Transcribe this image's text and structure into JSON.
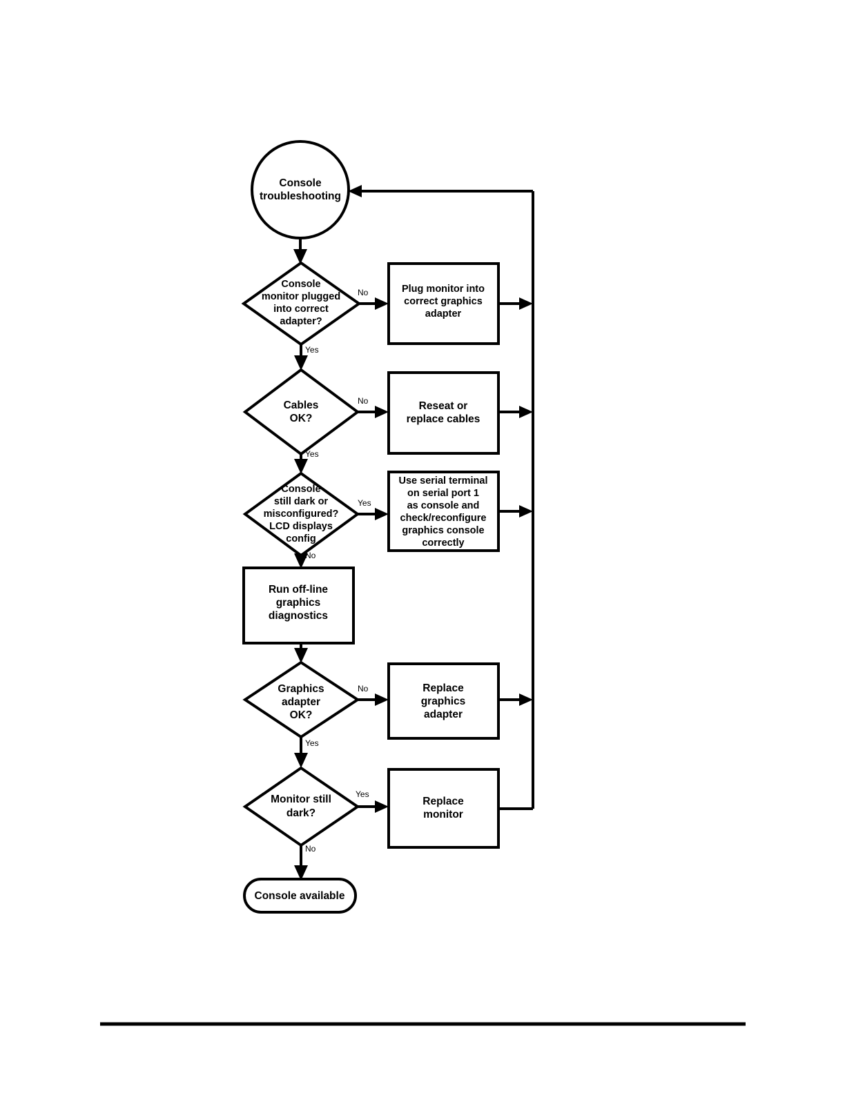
{
  "document": {
    "title": "Console troubleshooting flowchart",
    "footer_rule": true
  },
  "chart_data": {
    "type": "diagram",
    "diagram_kind": "flowchart",
    "title": "Console troubleshooting",
    "nodes": [
      {
        "id": "start",
        "shape": "circle",
        "label": "Console troubleshooting",
        "lines": [
          "Console",
          "troubleshooting"
        ]
      },
      {
        "id": "d1",
        "shape": "diamond",
        "label": "Console monitor plugged into correct adapter?",
        "lines": [
          "Console",
          "monitor plugged",
          "into correct",
          "adapter?"
        ]
      },
      {
        "id": "p1",
        "shape": "rect",
        "label": "Plug monitor into correct graphics adapter",
        "lines": [
          "Plug monitor into",
          "correct graphics",
          "adapter"
        ]
      },
      {
        "id": "d2",
        "shape": "diamond",
        "label": "Cables OK?",
        "lines": [
          "Cables",
          "OK?"
        ]
      },
      {
        "id": "p2",
        "shape": "rect",
        "label": "Reseat or replace cables",
        "lines": [
          "Reseat or",
          "replace cables"
        ]
      },
      {
        "id": "d3",
        "shape": "diamond",
        "label": "Console still dark or misconfigured? LCD displays config",
        "lines": [
          "Console",
          "still dark or",
          "misconfigured?",
          "LCD displays",
          "config"
        ]
      },
      {
        "id": "p3",
        "shape": "rect",
        "label": "Use serial terminal on serial port 1 as console and check/reconfigure graphics console correctly",
        "lines": [
          "Use serial terminal",
          "on serial port 1",
          "as console and",
          "check/reconfigure",
          "graphics console",
          "correctly"
        ]
      },
      {
        "id": "p4",
        "shape": "rect",
        "label": "Run off-line graphics diagnostics",
        "lines": [
          "Run off-line",
          "graphics",
          "diagnostics"
        ]
      },
      {
        "id": "d4",
        "shape": "diamond",
        "label": "Graphics adapter OK?",
        "lines": [
          "Graphics",
          "adapter",
          "OK?"
        ]
      },
      {
        "id": "p5",
        "shape": "rect",
        "label": "Replace graphics adapter",
        "lines": [
          "Replace",
          "graphics",
          "adapter"
        ]
      },
      {
        "id": "d5",
        "shape": "diamond",
        "label": "Monitor still dark?",
        "lines": [
          "Monitor still",
          "dark?"
        ]
      },
      {
        "id": "p6",
        "shape": "rect",
        "label": "Replace monitor",
        "lines": [
          "Replace",
          "monitor"
        ]
      },
      {
        "id": "end",
        "shape": "stadium",
        "label": "Console available",
        "lines": [
          "Console available"
        ]
      }
    ],
    "edges": [
      {
        "from": "start",
        "to": "d1",
        "label": ""
      },
      {
        "from": "d1",
        "to": "p1",
        "label": "No"
      },
      {
        "from": "d1",
        "to": "d2",
        "label": "Yes"
      },
      {
        "from": "d2",
        "to": "p2",
        "label": "No"
      },
      {
        "from": "d2",
        "to": "d3",
        "label": "Yes"
      },
      {
        "from": "d3",
        "to": "p3",
        "label": "Yes"
      },
      {
        "from": "d3",
        "to": "p4",
        "label": "No"
      },
      {
        "from": "p4",
        "to": "d4",
        "label": ""
      },
      {
        "from": "d4",
        "to": "p5",
        "label": "No"
      },
      {
        "from": "d4",
        "to": "d5",
        "label": "Yes"
      },
      {
        "from": "d5",
        "to": "p6",
        "label": "Yes"
      },
      {
        "from": "d5",
        "to": "end",
        "label": "No"
      },
      {
        "from": "p1",
        "to": "start",
        "label": ""
      },
      {
        "from": "p2",
        "to": "start",
        "label": ""
      },
      {
        "from": "p3",
        "to": "start",
        "label": ""
      },
      {
        "from": "p5",
        "to": "start",
        "label": ""
      },
      {
        "from": "p6",
        "to": "start",
        "label": ""
      }
    ],
    "branch_labels": [
      "No",
      "Yes",
      "No",
      "Yes",
      "Yes",
      "No",
      "No",
      "Yes",
      "Yes",
      "No"
    ],
    "colors": {
      "stroke": "#000000",
      "fill": "#ffffff",
      "text": "#000000",
      "background": "#ffffff"
    }
  },
  "nodes": {
    "start": {
      "l0": "Console",
      "l1": "troubleshooting"
    },
    "d1": {
      "l0": "Console",
      "l1": "monitor plugged",
      "l2": "into correct",
      "l3": "adapter?"
    },
    "p1": {
      "l0": "Plug monitor into",
      "l1": "correct graphics",
      "l2": "adapter"
    },
    "d2": {
      "l0": "Cables",
      "l1": "OK?"
    },
    "p2": {
      "l0": "Reseat or",
      "l1": "replace cables"
    },
    "d3": {
      "l0": "Console",
      "l1": "still dark or",
      "l2": "misconfigured?",
      "l3": "LCD displays",
      "l4": "config"
    },
    "p3": {
      "l0": "Use serial terminal",
      "l1": "on serial port 1",
      "l2": "as console and",
      "l3": "check/reconfigure",
      "l4": "graphics console",
      "l5": "correctly"
    },
    "p4": {
      "l0": "Run off-line",
      "l1": "graphics",
      "l2": "diagnostics"
    },
    "d4": {
      "l0": "Graphics",
      "l1": "adapter",
      "l2": "OK?"
    },
    "p5": {
      "l0": "Replace",
      "l1": "graphics",
      "l2": "adapter"
    },
    "d5": {
      "l0": "Monitor still",
      "l1": "dark?"
    },
    "p6": {
      "l0": "Replace",
      "l1": "monitor"
    },
    "end": {
      "l0": "Console available"
    }
  },
  "labels": {
    "d1_no": "No",
    "d1_yes": "Yes",
    "d2_no": "No",
    "d2_yes": "Yes",
    "d3_yes": "Yes",
    "d3_no": "No",
    "d4_no": "No",
    "d4_yes": "Yes",
    "d5_yes": "Yes",
    "d5_no": "No"
  }
}
